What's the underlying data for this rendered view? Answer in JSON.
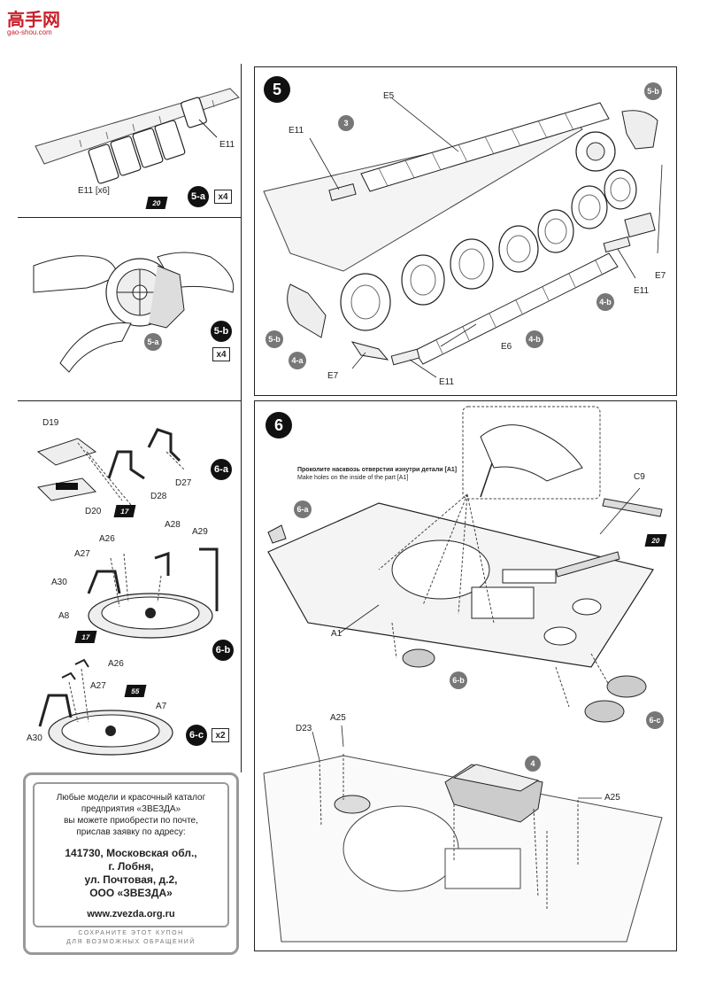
{
  "logo": {
    "text": "高手网",
    "url": "gao-shou.com"
  },
  "step5a": {
    "badge": "5-a",
    "mult": "x4",
    "parts": [
      "E11",
      "E11 [x6]"
    ],
    "star": "20"
  },
  "step5b": {
    "badge": "5-b",
    "mult": "x4",
    "tag": "5-a"
  },
  "step6a": {
    "badge": "6-a",
    "parts": [
      "D19",
      "D20",
      "D27",
      "D28"
    ],
    "star": "17"
  },
  "step6b": {
    "badge": "6-b",
    "parts": [
      "A26",
      "A27",
      "A28",
      "A29",
      "A30",
      "A8"
    ],
    "star": "17"
  },
  "step6c": {
    "badge": "6-c",
    "mult": "x2",
    "parts": [
      "A26",
      "A27",
      "A30",
      "A7"
    ],
    "star": "55"
  },
  "panel5": {
    "number": "5",
    "labels": {
      "e5": "E5",
      "e11a": "E11",
      "e11b": "E11",
      "e11c": "E11",
      "e7a": "E7",
      "e7b": "E7",
      "e6": "E6"
    },
    "tags": {
      "t3": "3",
      "t5b_top": "5-b",
      "t5b_left": "5-b",
      "t4a": "4-a",
      "t4b_right": "4-b",
      "t4b_bottom": "4-b"
    }
  },
  "panel6": {
    "number": "6",
    "note_ru": "Проколите насквозь отверстия изнутри детали [A1]",
    "note_en": "Make holes on the inside of the part [A1]",
    "labels": {
      "c9": "C9",
      "a1": "A1",
      "d23": "D23",
      "a25a": "A25",
      "a25b": "A25"
    },
    "tags": {
      "t6a": "6-a",
      "t6b": "6-b",
      "t6c": "6-c",
      "t4": "4"
    },
    "star": "20"
  },
  "coupon": {
    "lines": [
      "Любые модели и красочный каталог",
      "предприятия «ЗВЕЗДА»",
      "вы можете приобрести по почте,",
      "прислав заявку по адресу:"
    ],
    "address": [
      "141730, Московская обл.,",
      "г. Лобня,",
      "ул. Почтовая, д.2,",
      "ООО «ЗВЕЗДА»"
    ],
    "website": "www.zvezda.org.ru",
    "footer": [
      "СОХРАНИТЕ ЭТОТ КУПОН",
      "ДЛЯ ВОЗМОЖНЫХ ОБРАЩЕНИЙ"
    ]
  }
}
